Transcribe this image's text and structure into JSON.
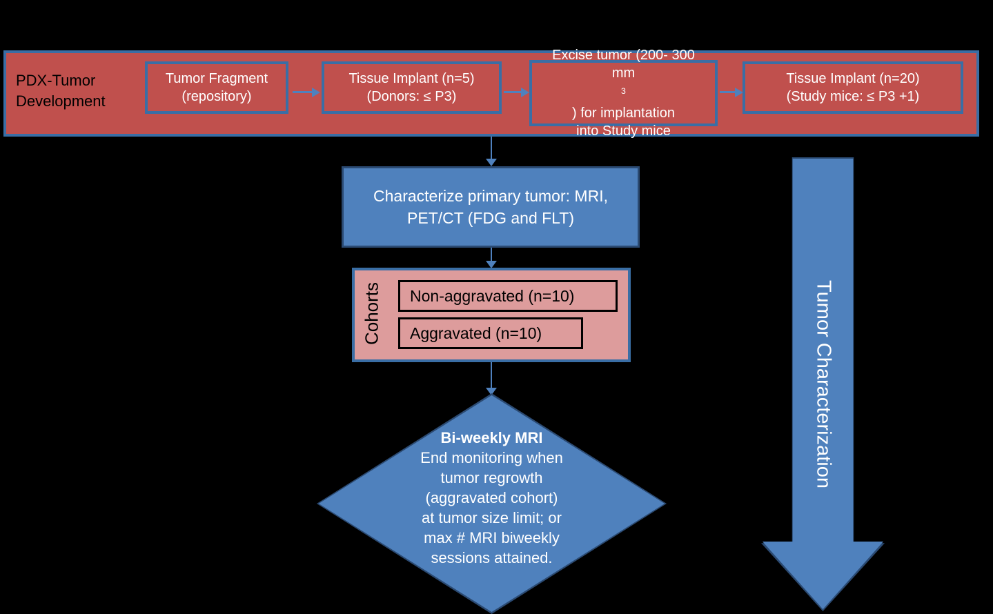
{
  "colors": {
    "background": "#000000",
    "red_fill": "#C0504D",
    "blue_fill": "#4F81BD",
    "pink_fill": "#DD9C9C",
    "border_blue": "#3A6EA5",
    "border_dark_blue": "#2B4A72",
    "text_white": "#FFFFFF",
    "text_black": "#000000"
  },
  "banner": {
    "title": "PDX-Tumor Development",
    "steps": [
      {
        "line1": "Tumor Fragment",
        "line2": "(repository)"
      },
      {
        "line1": "Tissue Implant (n=5)",
        "line2": "(Donors: ≤ P3)"
      },
      {
        "line1": "Excise tumor (200- 300",
        "line2_pre": "mm",
        "line2_sup": "3",
        "line2_post": ") for implantation",
        "line3": "into Study mice"
      },
      {
        "line1": "Tissue Implant (n=20)",
        "line2": "(Study mice: ≤ P3 +1)"
      }
    ]
  },
  "characterize": {
    "line1": "Characterize primary tumor:",
    "line2": "MRI, PET/CT (FDG and FLT)"
  },
  "cohorts": {
    "label": "Cohorts",
    "items": [
      {
        "label": "Non-aggravated (n=10)"
      },
      {
        "label": "Aggravated (n=10)"
      }
    ]
  },
  "endpoint": {
    "title": "Bi-weekly MRI",
    "lines": [
      "End monitoring when",
      "tumor regrowth",
      "(aggravated cohort)",
      "at tumor size limit; or",
      "max # MRI biweekly",
      "sessions attained."
    ]
  },
  "side_arrow": {
    "label": "Tumor Characterization"
  }
}
